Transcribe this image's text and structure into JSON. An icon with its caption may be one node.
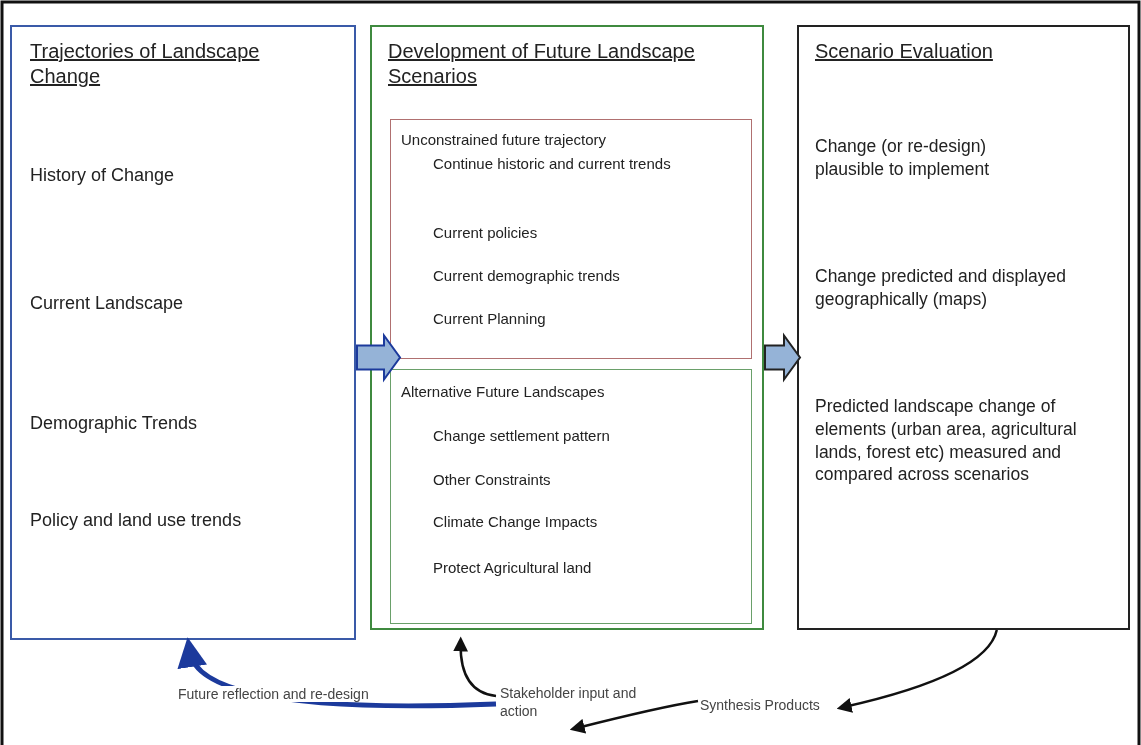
{
  "diagram": {
    "nodes": [
      {
        "text": [
          "Trajectories of Landscape Change",
          "History of Change",
          "Current Landscape",
          "Demographic Trends",
          "Policy and land use trends"
        ]
      },
      {
        "text": [
          "Development of Future Landscape Scenarios"
        ]
      },
      {
        "text": [
          "Unconstrained future trajectory",
          "Continue historic and current trends",
          "Current policies",
          "Current demographic trends",
          "Current Planning"
        ],
        "in": 1
      },
      {
        "text": [
          "Alternative Future Landscapes",
          "Change settlement pattern",
          "Other Constraints",
          "Climate Change Impacts",
          "Protect Agricultural land"
        ],
        "in": 1
      },
      {
        "text": [
          "Scenario Evaluation",
          "Change (or re-design) plausible to implement",
          "Change predicted and displayed geographically (maps)",
          "Predicted landscape change of elements (urban area, agricultural lands, forest etc) measured and compared across scenarios"
        ]
      },
      {
        "text": [
          "Stakeholder input and action"
        ]
      },
      {
        "text": [
          "Synthesis Products"
        ]
      }
    ],
    "edges": [
      {
        "from": 0,
        "to": 1,
        "arrow": "to",
        "style": "thick"
      },
      {
        "from": 1,
        "to": 4,
        "arrow": "to",
        "style": "thick"
      },
      {
        "from": 4,
        "to": 6,
        "arrow": "to"
      },
      {
        "from": 6,
        "to": 5,
        "arrow": "to"
      },
      {
        "from": 5,
        "to": 1,
        "arrow": "to"
      },
      {
        "from": 5,
        "to": 0,
        "arrow": "to",
        "label": "Future reflection and re-design",
        "style": "thick",
        "color": "#1c3a9c"
      }
    ]
  }
}
